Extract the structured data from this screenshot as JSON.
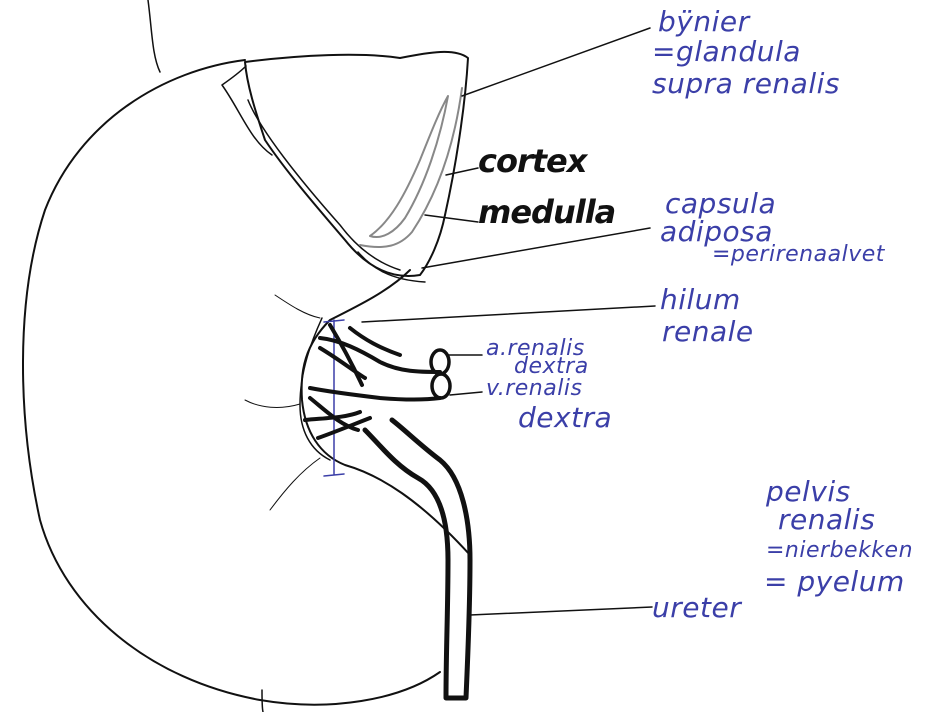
{
  "colors": {
    "ink": "#111111",
    "blue_ink": "#3b3fa8",
    "paper": "#ffffff"
  },
  "labels": {
    "bijnier": "bÿnier",
    "bijnier_syn1": "=glandula",
    "bijnier_syn2": "supra renalis",
    "cortex": "cortex",
    "medulla": "medulla",
    "capsula1": "capsula",
    "capsula2": "adiposa",
    "capsula3": "=perirenaalvet",
    "hilum1": "hilum",
    "hilum2": "renale",
    "arteria1": "a.renalis",
    "arteria2": "dextra",
    "vena1": "v.renalis",
    "vena2": "dextra",
    "pelvis1": "pelvis",
    "pelvis2": "renalis",
    "pelvis3": "=nierbekken",
    "pelvis4": "= pyelum",
    "ureter": "ureter"
  }
}
